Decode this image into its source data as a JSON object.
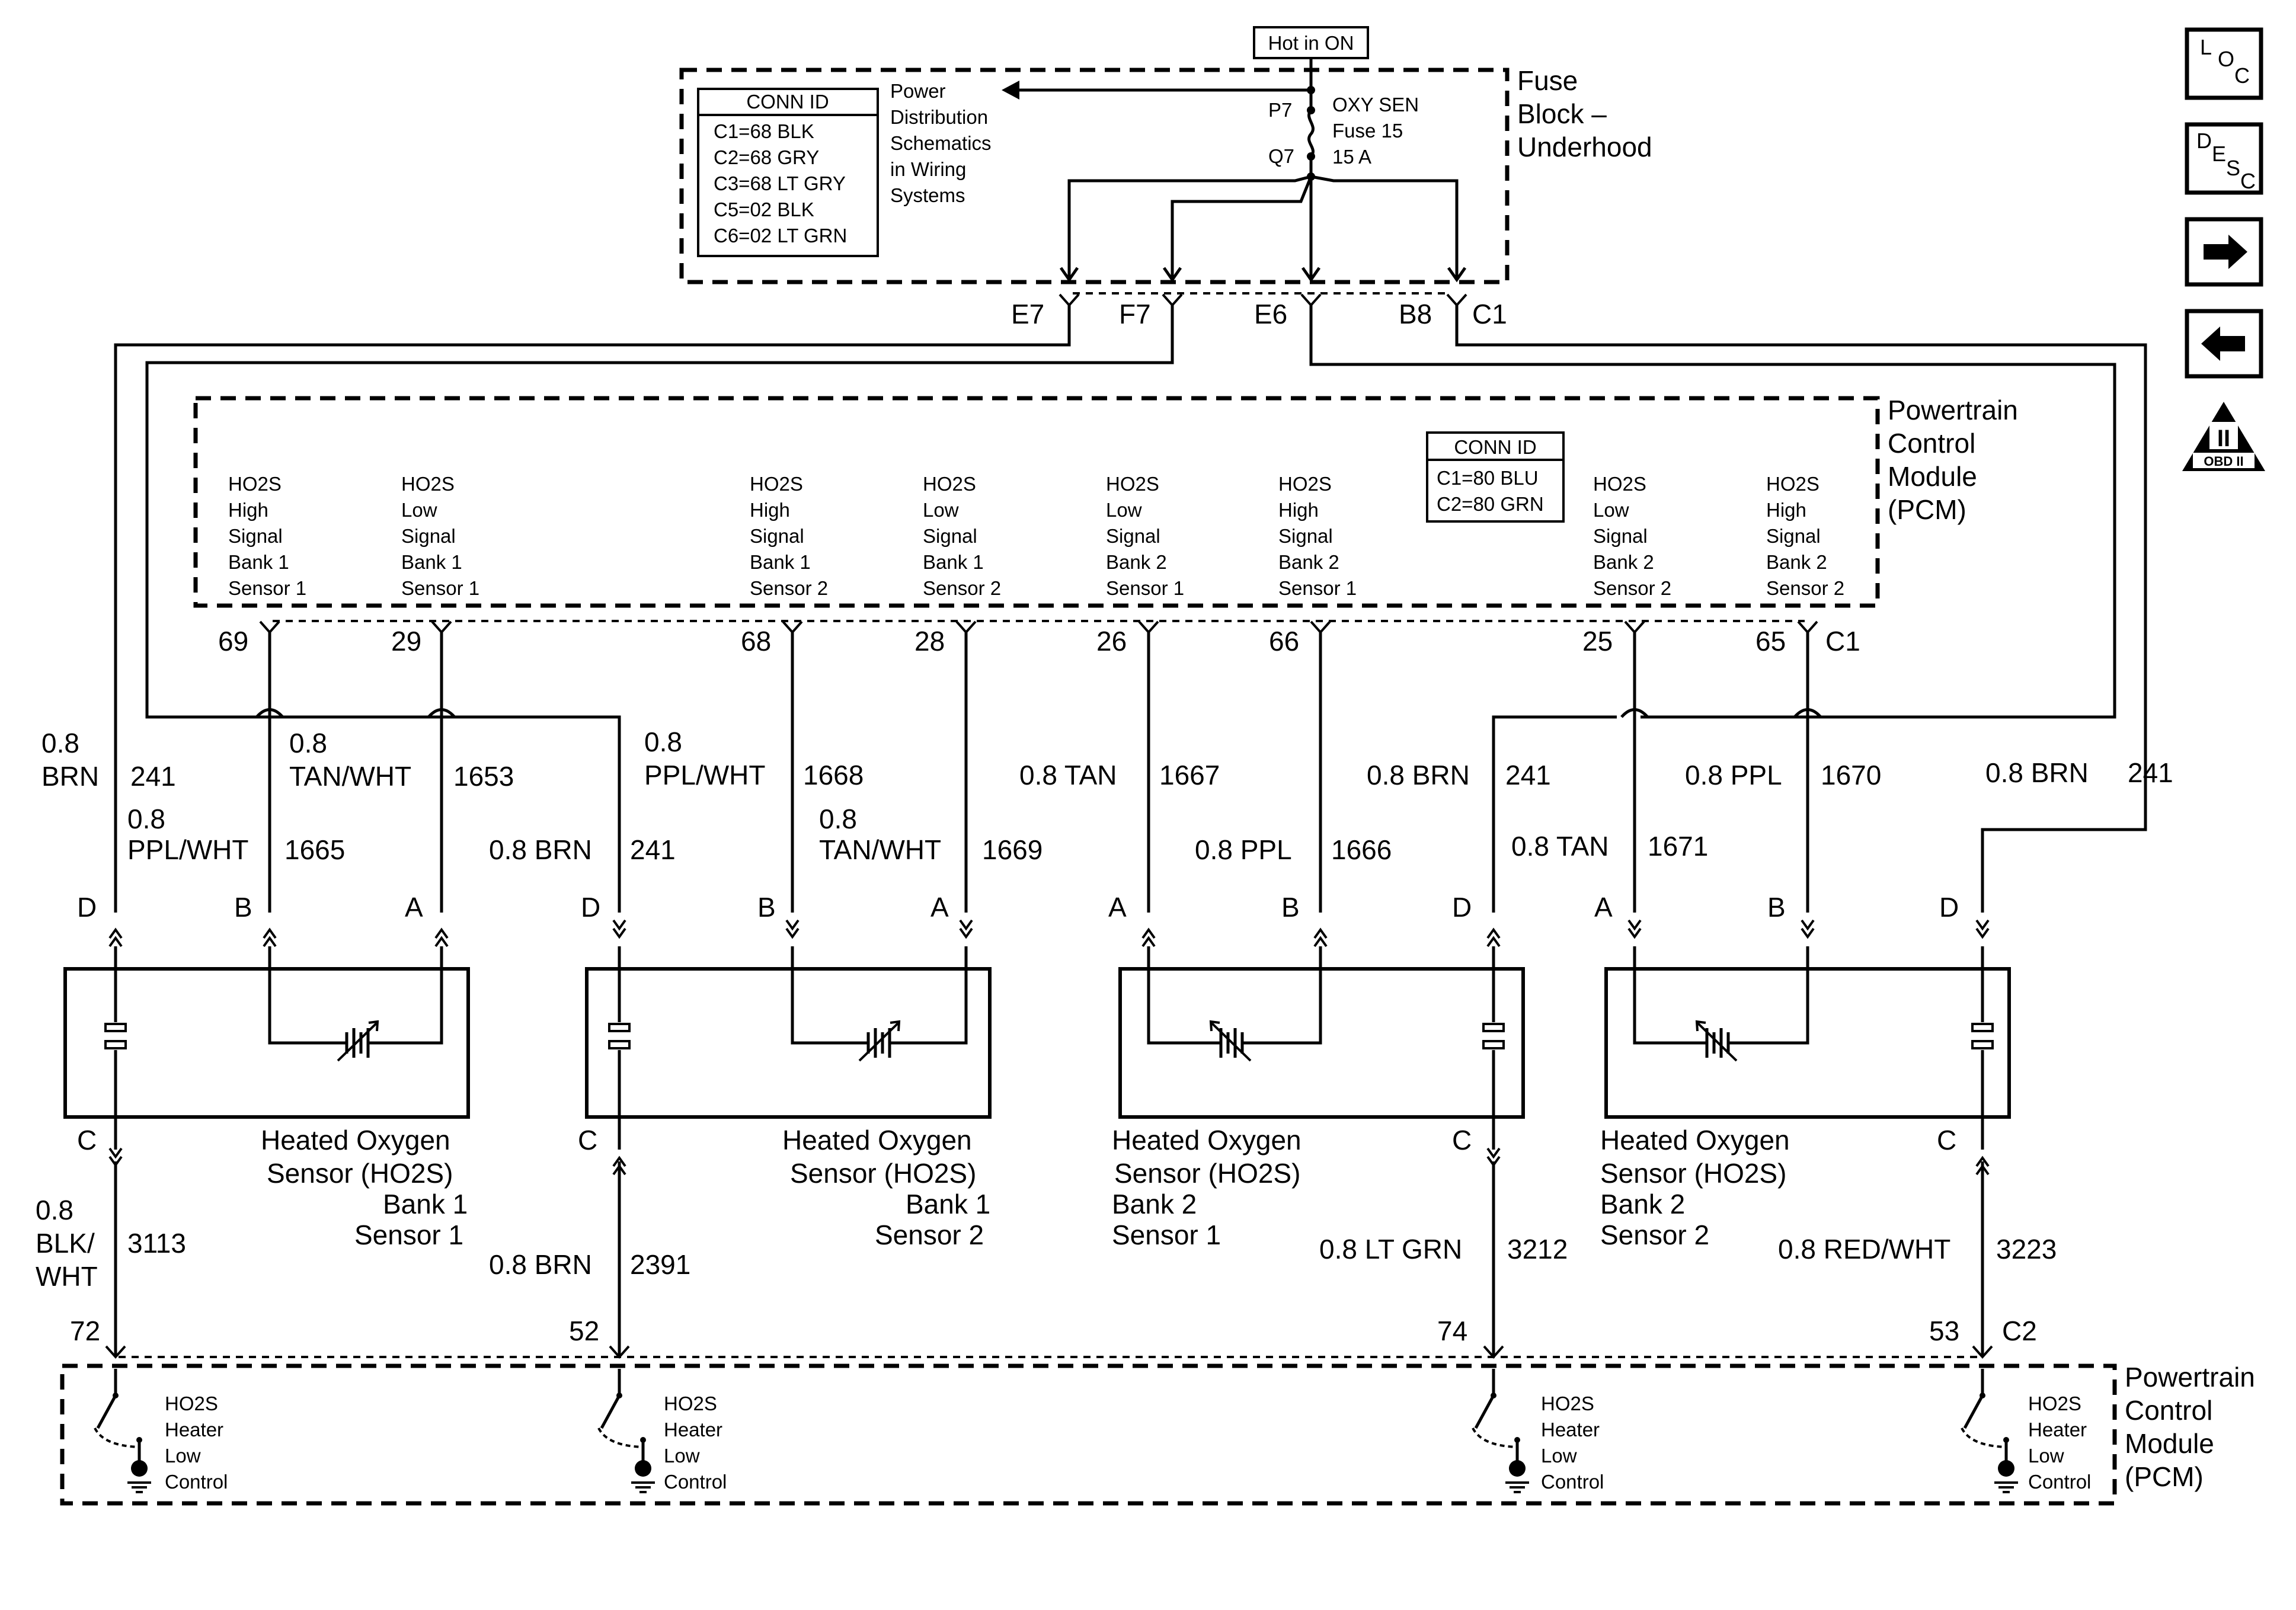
{
  "supply": {
    "label": "Hot in ON"
  },
  "fuse_block": {
    "title": [
      "Fuse",
      "Block –",
      "Underhood"
    ],
    "conn_id_title": "CONN ID",
    "conn_ids": [
      "C1=68 BLK",
      "C2=68 GRY",
      "C3=68 LT GRY",
      "C5=02 BLK",
      "C6=02 LT GRN"
    ],
    "power_note": [
      "Power",
      "Distribution",
      "Schematics",
      "in Wiring",
      "Systems"
    ],
    "fuse": {
      "p": "P7",
      "q": "Q7",
      "name": "OXY SEN",
      "number": "Fuse 15",
      "rating": "15 A"
    },
    "outputs": [
      "E7",
      "F7",
      "E6",
      "B8",
      "C1"
    ]
  },
  "pcm_top": {
    "title": [
      "Powertrain",
      "Control",
      "Module",
      "(PCM)"
    ],
    "conn_id_title": "CONN ID",
    "conn_ids": [
      "C1=80 BLU",
      "C2=80 GRN"
    ],
    "pins": [
      {
        "label": [
          "HO2S",
          "High",
          "Signal",
          "Bank 1",
          "Sensor 1"
        ],
        "pin": "69"
      },
      {
        "label": [
          "HO2S",
          "Low",
          "Signal",
          "Bank 1",
          "Sensor 1"
        ],
        "pin": "29"
      },
      {
        "label": [
          "HO2S",
          "High",
          "Signal",
          "Bank 1",
          "Sensor 2"
        ],
        "pin": "68"
      },
      {
        "label": [
          "HO2S",
          "Low",
          "Signal",
          "Bank 1",
          "Sensor 2"
        ],
        "pin": "28"
      },
      {
        "label": [
          "HO2S",
          "Low",
          "Signal",
          "Bank 2",
          "Sensor 1"
        ],
        "pin": "26"
      },
      {
        "label": [
          "HO2S",
          "High",
          "Signal",
          "Bank 2",
          "Sensor 1"
        ],
        "pin": "66"
      },
      {
        "label": [
          "HO2S",
          "Low",
          "Signal",
          "Bank 2",
          "Sensor 2"
        ],
        "pin": "25"
      },
      {
        "label": [
          "HO2S",
          "High",
          "Signal",
          "Bank 2",
          "Sensor 2"
        ],
        "pin": "65"
      }
    ],
    "connector": "C1"
  },
  "wires": {
    "w241_a": {
      "size": "0.8",
      "color": "BRN",
      "circuit": "241"
    },
    "w1665": {
      "size": "0.8",
      "color": "PPL/WHT",
      "circuit": "1665"
    },
    "w1653": {
      "size": "0.8",
      "color": "TAN/WHT",
      "circuit": "1653"
    },
    "w241_b": {
      "text": "0.8 BRN",
      "circuit": "241"
    },
    "w1668": {
      "size": "0.8",
      "color": "PPL/WHT",
      "circuit": "1668"
    },
    "w1669": {
      "size": "0.8",
      "color": "TAN/WHT",
      "circuit": "1669"
    },
    "w1667": {
      "text": "0.8 TAN",
      "circuit": "1667"
    },
    "w1666": {
      "text": "0.8 PPL",
      "circuit": "1666"
    },
    "w241_c": {
      "text": "0.8 BRN",
      "circuit": "241"
    },
    "w1671": {
      "text": "0.8 TAN",
      "circuit": "1671"
    },
    "w1670": {
      "text": "0.8 PPL",
      "circuit": "1670"
    },
    "w241_d": {
      "text": "0.8 BRN",
      "circuit": "241"
    },
    "w3113": {
      "size": "0.8",
      "color1": "BLK/",
      "color2": "WHT",
      "circuit": "3113"
    },
    "w2391": {
      "text": "0.8 BRN",
      "circuit": "2391"
    },
    "w3212": {
      "text": "0.8 LT GRN",
      "circuit": "3212"
    },
    "w3223": {
      "text": "0.8 RED/WHT",
      "circuit": "3223"
    }
  },
  "sensors": [
    {
      "lines": [
        "Heated Oxygen",
        "Sensor (HO2S)",
        "Bank 1",
        "Sensor 1"
      ],
      "pins": [
        "D",
        "B",
        "A",
        "C"
      ]
    },
    {
      "lines": [
        "Heated Oxygen",
        "Sensor (HO2S)",
        "Bank 1",
        "Sensor 2"
      ],
      "pins": [
        "D",
        "B",
        "A",
        "C"
      ]
    },
    {
      "lines": [
        "Heated Oxygen",
        "Sensor (HO2S)",
        "Bank 2",
        "Sensor 1"
      ],
      "pins": [
        "A",
        "B",
        "D",
        "C"
      ]
    },
    {
      "lines": [
        "Heated Oxygen",
        "Sensor (HO2S)",
        "Bank 2",
        "Sensor 2"
      ],
      "pins": [
        "A",
        "B",
        "D",
        "C"
      ]
    }
  ],
  "pcm_bottom": {
    "title": [
      "Powertrain",
      "Control",
      "Module",
      "(PCM)"
    ],
    "pins": [
      "72",
      "52",
      "74",
      "53"
    ],
    "connector": "C2",
    "driver_label": [
      "HO2S",
      "Heater",
      "Low",
      "Control"
    ]
  },
  "nav": {
    "loc": [
      "L",
      "O",
      "C"
    ],
    "desc": [
      "D",
      "E",
      "S",
      "C"
    ],
    "obd_numeral": "II",
    "obd_text": "OBD II"
  }
}
